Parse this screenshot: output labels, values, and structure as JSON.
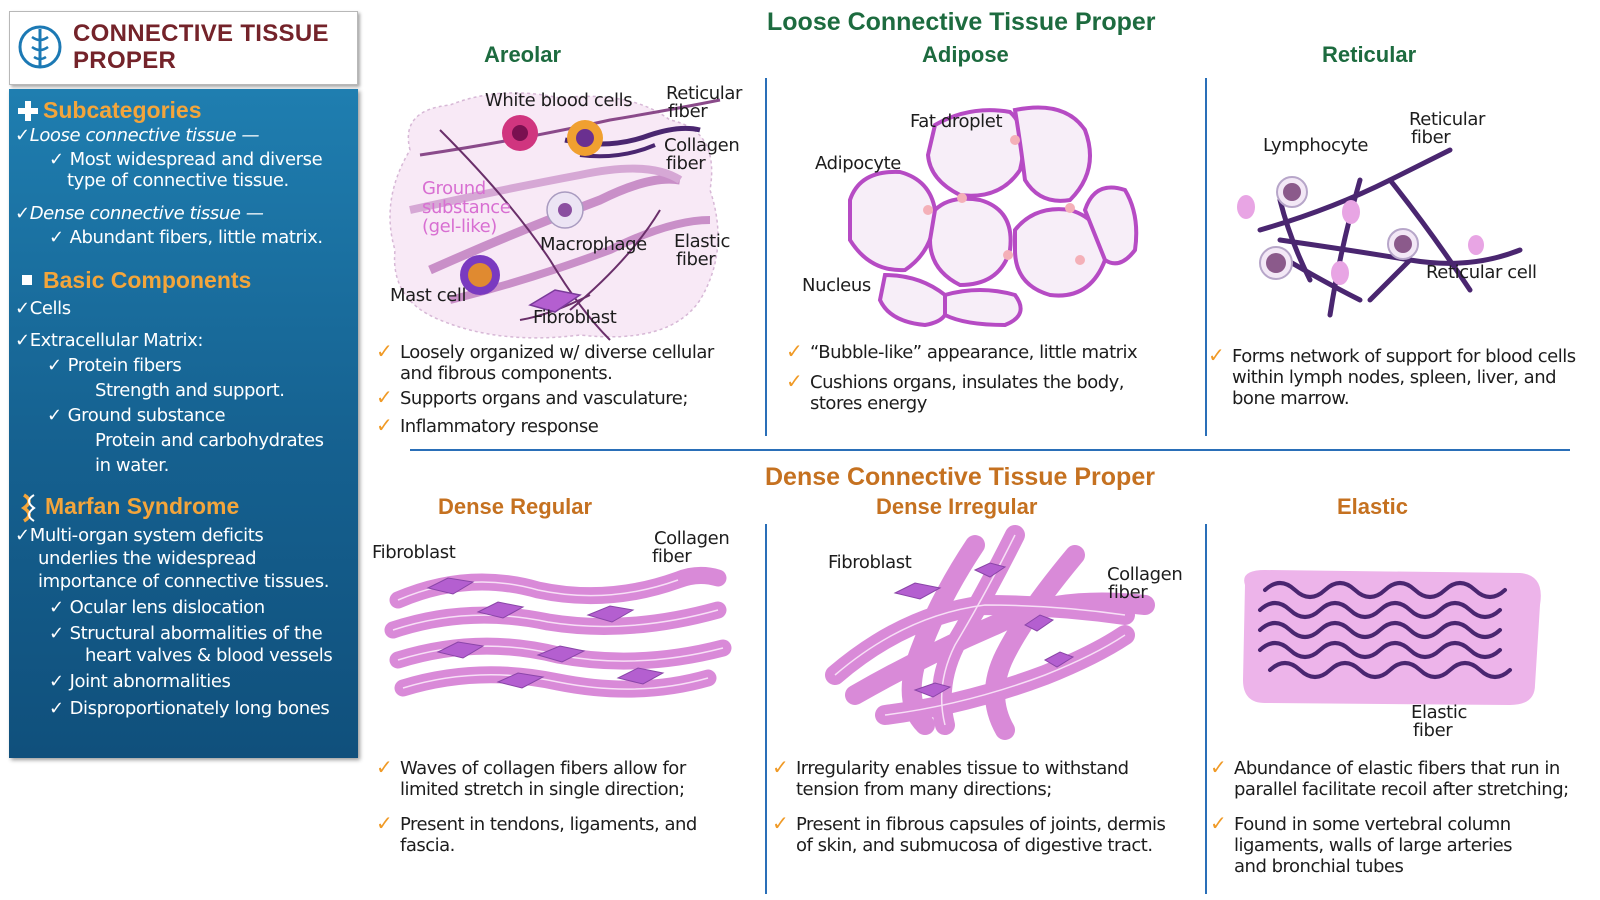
{
  "sidebar": {
    "title": "CONNECTIVE TISSUE PROPER",
    "subcategories_heading": "Subcategories",
    "loose_label": "Loose connective tissue —",
    "loose_desc_1": "Most widespread and diverse",
    "loose_desc_2": "type of connective tissue.",
    "dense_label": "Dense connective tissue —",
    "dense_desc": "Abundant fibers, little matrix.",
    "basic_heading": "Basic Components",
    "cells": "Cells",
    "ecm": "Extracellular Matrix:",
    "protein_fibers": "Protein fibers",
    "protein_fibers_desc": "Strength and support.",
    "ground_substance": "Ground substance",
    "ground_desc_1": "Protein and carbohydrates",
    "ground_desc_2": "in water.",
    "marfan_heading": "Marfan Syndrome",
    "marfan_1": "Multi-organ system deficits",
    "marfan_2": "underlies the widespread",
    "marfan_3": "importance of connective tissues.",
    "marfan_item_1": "Ocular lens dislocation",
    "marfan_item_2a": "Structural abormalities of the",
    "marfan_item_2b": "heart valves & blood vessels",
    "marfan_item_3": "Joint abnormalities",
    "marfan_item_4": "Disproportionately long bones"
  },
  "loose": {
    "title": "Loose Connective Tissue Proper",
    "areolar": {
      "title": "Areolar",
      "labels": {
        "wbc": "White blood cells",
        "reticular_1": "Reticular",
        "reticular_2": "fiber",
        "collagen_1": "Collagen",
        "collagen_2": "fiber",
        "ground_1": "Ground",
        "ground_2": "substance",
        "ground_3": "(gel-like)",
        "macrophage": "Macrophage",
        "elastic_1": "Elastic",
        "elastic_2": "fiber",
        "mast": "Mast cell",
        "fibroblast": "Fibroblast"
      },
      "bullet_1a": "Loosely organized w/ diverse cellular",
      "bullet_1b": "and fibrous components.",
      "bullet_2": "Supports organs and vasculature;",
      "bullet_3": "Inflammatory response"
    },
    "adipose": {
      "title": "Adipose",
      "labels": {
        "fat": "Fat droplet",
        "adipocyte": "Adipocyte",
        "nucleus": "Nucleus"
      },
      "bullet_1": "“Bubble-like” appearance, little matrix",
      "bullet_2a": "Cushions organs, insulates the body,",
      "bullet_2b": "stores energy"
    },
    "reticular": {
      "title": "Reticular",
      "labels": {
        "lymphocyte": "Lymphocyte",
        "fiber_1": "Reticular",
        "fiber_2": "fiber",
        "cell": "Reticular cell"
      },
      "bullet_1a": "Forms network of support for blood cells",
      "bullet_1b": "within lymph nodes, spleen, liver, and",
      "bullet_1c": "bone marrow."
    }
  },
  "dense": {
    "title": "Dense Connective Tissue Proper",
    "regular": {
      "title": "Dense Regular",
      "labels": {
        "fibroblast": "Fibroblast",
        "collagen_1": "Collagen",
        "collagen_2": "fiber"
      },
      "bullet_1a": "Waves of collagen fibers allow for",
      "bullet_1b": "limited stretch in single direction;",
      "bullet_2a": "Present in tendons, ligaments, and",
      "bullet_2b": "fascia."
    },
    "irregular": {
      "title": "Dense Irregular",
      "labels": {
        "fibroblast": "Fibroblast",
        "collagen_1": "Collagen",
        "collagen_2": "fiber"
      },
      "bullet_1a": "Irregularity enables tissue to withstand",
      "bullet_1b": "tension from many directions;",
      "bullet_2a": "Present in fibrous capsules of joints, dermis",
      "bullet_2b": "of skin, and submucosa of digestive tract."
    },
    "elastic": {
      "title": "Elastic",
      "labels": {
        "elastic_1": "Elastic",
        "elastic_2": "fiber"
      },
      "bullet_1a": "Abundance of elastic fibers that run in",
      "bullet_1b": "parallel facilitate recoil after stretching;",
      "bullet_2a": "Found in some vertebral column",
      "bullet_2b": "ligaments, walls of large arteries",
      "bullet_2c": "and bronchial tubes"
    }
  },
  "colors": {
    "green": "#1d6b3f",
    "orange": "#c57120",
    "sidebar_blue": "#1a6fa0",
    "tissue_pink": "#d98ad8",
    "fiber_purple": "#4a2670",
    "check_orange": "#f09a26"
  }
}
